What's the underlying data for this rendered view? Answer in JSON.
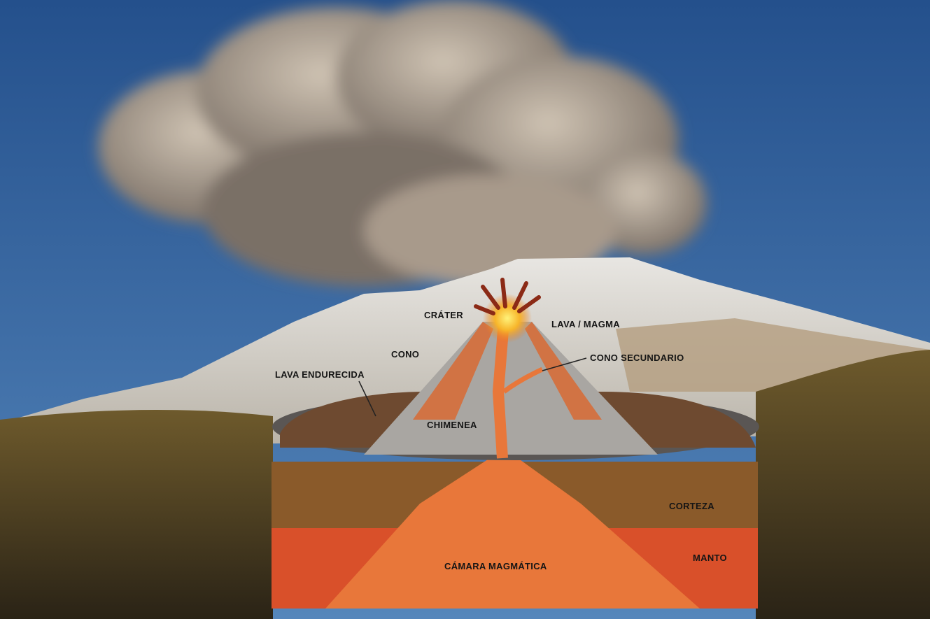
{
  "labels": {
    "crater": "CRÁTER",
    "lava_magma": "LAVA / MAGMA",
    "cone": "CONO",
    "secondary_cone": "CONO SECUNDARIO",
    "hardened_lava": "LAVA ENDURECIDA",
    "chimney": "CHIMENEA",
    "crust": "CORTEZA",
    "mantle": "MANTO",
    "magma_chamber": "CÁMARA MAGMÁTICA"
  },
  "colors": {
    "sky": "#2f5f9a",
    "lava": "#e0602a",
    "crust": "#8a5a2a",
    "mantle": "#d9502a"
  }
}
